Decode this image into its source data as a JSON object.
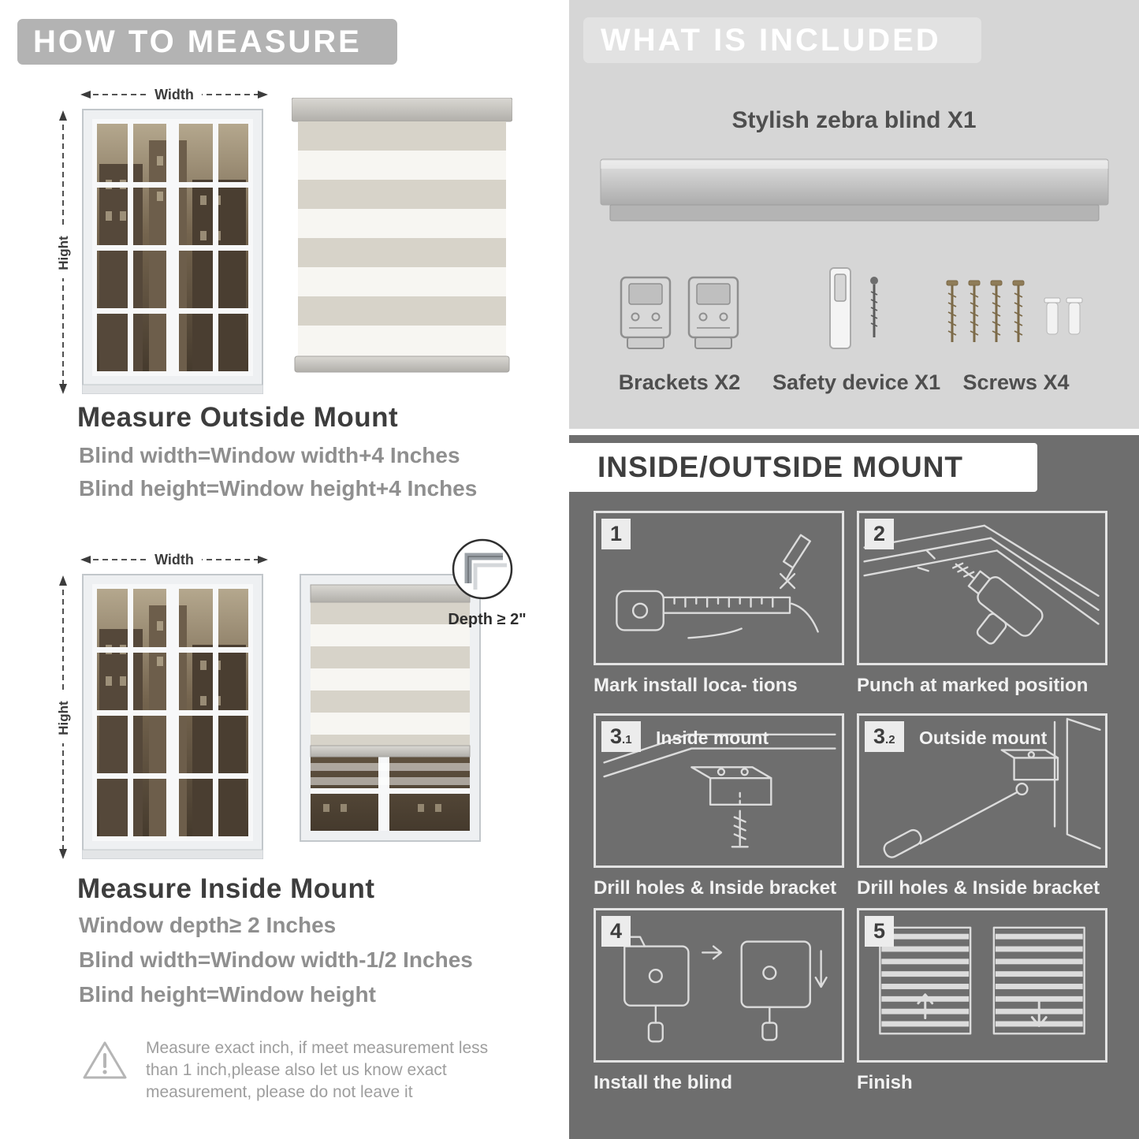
{
  "colors": {
    "left_banner": "#b3b3b3",
    "included_panel": "#d6d6d6",
    "mount_panel": "#6e6e6e",
    "heading_text": "#3d3d3d",
    "body_text": "#8f8f8f"
  },
  "measure": {
    "header": "HOW TO MEASURE",
    "width_label": "Width",
    "height_label": "Hight",
    "outside": {
      "heading": "Measure Outside Mount",
      "line1": "Blind width=Window width+4 Inches",
      "line2": "Blind height=Window height+4 Inches"
    },
    "inside": {
      "depth_label": "Depth ≥ 2\"",
      "heading": "Measure Inside Mount",
      "line1": "Window depth≥ 2 Inches",
      "line2": "Blind width=Window width-1/2 Inches",
      "line3": "Blind height=Window height"
    },
    "note": "Measure exact inch, if meet measurement less than 1 inch,please also let us know exact measurement, please do not leave it"
  },
  "included": {
    "header": "WHAT IS INCLUDED",
    "blind_label": "Stylish zebra blind X1",
    "items": [
      {
        "label": "Brackets X2"
      },
      {
        "label": "Safety device X1"
      },
      {
        "label": "Screws X4"
      }
    ]
  },
  "mount": {
    "header": "INSIDE/OUTSIDE MOUNT",
    "steps": [
      {
        "num": "1",
        "sub": "",
        "label": "",
        "caption": "Mark install loca- tions"
      },
      {
        "num": "2",
        "sub": "",
        "label": "",
        "caption": "Punch at  marked position"
      },
      {
        "num": "3",
        "sub": ".1",
        "label": "Inside mount",
        "caption": "Drill holes &  Inside bracket"
      },
      {
        "num": "3",
        "sub": ".2",
        "label": "Outside mount",
        "caption": "Drill holes &  Inside bracket"
      },
      {
        "num": "4",
        "sub": "",
        "label": "",
        "caption": "Install the blind"
      },
      {
        "num": "5",
        "sub": "",
        "label": "",
        "caption": "Finish"
      }
    ]
  }
}
